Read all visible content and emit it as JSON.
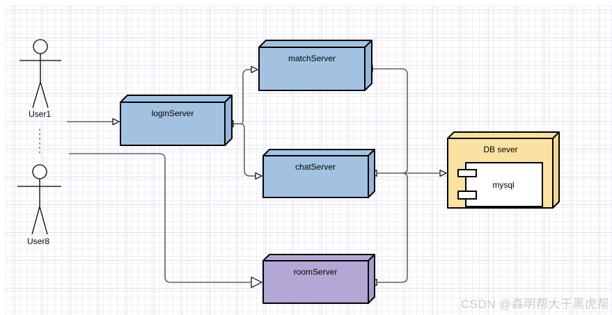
{
  "diagram": {
    "type": "uml-deployment-diagram",
    "actors": [
      {
        "id": "user1",
        "label": "User1"
      },
      {
        "id": "user8",
        "label": "User8"
      }
    ],
    "nodes": [
      {
        "id": "loginServer",
        "label": "loginServer",
        "shape": "cube",
        "fill": "#a3c2e2"
      },
      {
        "id": "matchServer",
        "label": "matchServer",
        "shape": "cube",
        "fill": "#a3c2e2"
      },
      {
        "id": "chatServer",
        "label": "chatServer",
        "shape": "cube",
        "fill": "#a3c2e2"
      },
      {
        "id": "roomServer",
        "label": "roomServer",
        "shape": "cube",
        "fill": "#b5a7d5"
      },
      {
        "id": "dbServer",
        "label": "DB sever",
        "shape": "cube",
        "fill": "#fbe2a3",
        "component": {
          "label": "mysql",
          "fill": "#ffffff"
        }
      }
    ],
    "edges": [
      {
        "from": "User1",
        "to": "loginServer",
        "arrow": "open-triangle"
      },
      {
        "from": "User8",
        "to": "roomServer",
        "arrow": "large-open-triangle"
      },
      {
        "from": "loginServer",
        "to": "matchServer",
        "arrows": "both-ends"
      },
      {
        "from": "loginServer",
        "to": "chatServer",
        "arrows": "both-ends"
      },
      {
        "from": "matchServer",
        "to": "DB sever",
        "arrows": "both-ends"
      },
      {
        "from": "chatServer",
        "to": "DB sever",
        "arrows": "both-ends"
      },
      {
        "from": "roomServer",
        "to": "DB sever",
        "arrows": "both-ends"
      }
    ],
    "watermark": "CSDN @森明帮大于黑虎帮",
    "colors": {
      "server_blue": "#a3c2e2",
      "server_blue_side": "#97b7da",
      "room_purple": "#b5a7d5",
      "room_purple_side": "#a99bcb",
      "db_yellow": "#fbe2a3",
      "db_yellow_side": "#f2d693",
      "connector_gray": "#616161",
      "grid_minor": "#ededf6",
      "grid_major": "#e1e1ef"
    }
  }
}
